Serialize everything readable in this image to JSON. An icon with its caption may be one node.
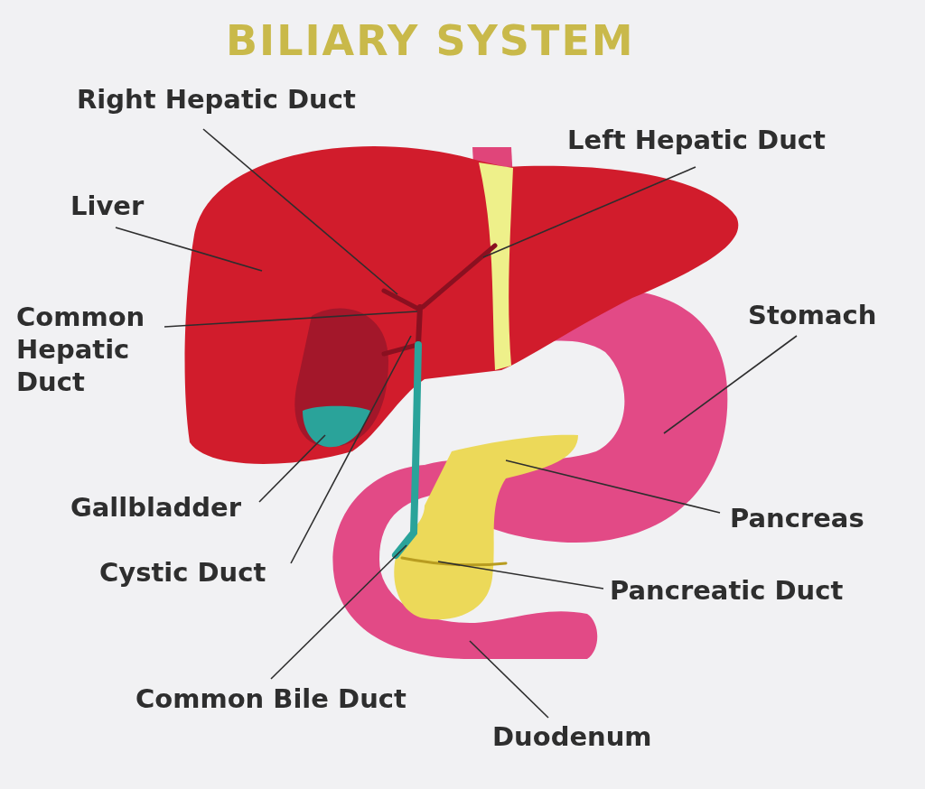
{
  "diagram": {
    "title": "BILIARY SYSTEM",
    "nodes": [
      {
        "text": [
          "Right Hepatic Duct"
        ]
      },
      {
        "text": [
          "Left Hepatic Duct"
        ]
      },
      {
        "text": [
          "Liver"
        ]
      },
      {
        "text": [
          "Common Hepatic Duct"
        ]
      },
      {
        "text": [
          "Stomach"
        ]
      },
      {
        "text": [
          "Gallbladder"
        ]
      },
      {
        "text": [
          "Pancreas"
        ]
      },
      {
        "text": [
          "Cystic Duct"
        ]
      },
      {
        "text": [
          "Pancreatic Duct"
        ]
      },
      {
        "text": [
          "Common Bile Duct"
        ]
      },
      {
        "text": [
          "Duodenum"
        ]
      },
      {
        "text": [],
        "shape": "picture",
        "in": 13
      },
      {
        "text": [],
        "shape": "picture",
        "in": 13
      },
      {
        "text": [],
        "shape": "picture"
      },
      {
        "text": [],
        "shape": "picture",
        "in": 13
      },
      {
        "text": [],
        "shape": "picture"
      },
      {
        "text": [],
        "shape": "picture",
        "in": 13
      },
      {
        "text": [],
        "shape": "picture"
      },
      {
        "text": [],
        "shape": "picture",
        "in": 13
      },
      {
        "text": [],
        "shape": "picture",
        "in": 17
      },
      {
        "text": [],
        "shape": "picture"
      },
      {
        "text": [],
        "shape": "picture"
      }
    ],
    "edges": [
      {
        "from": 0,
        "to": 11,
        "arrow": "none"
      },
      {
        "from": 1,
        "to": 12,
        "arrow": "none"
      },
      {
        "from": 2,
        "to": 13,
        "arrow": "none"
      },
      {
        "from": 3,
        "to": 14,
        "arrow": "none"
      },
      {
        "from": 4,
        "to": 15,
        "arrow": "none"
      },
      {
        "from": 5,
        "to": 16,
        "arrow": "none"
      },
      {
        "from": 6,
        "to": 17,
        "arrow": "none"
      },
      {
        "from": 7,
        "to": 18,
        "arrow": "none"
      },
      {
        "from": 8,
        "to": 19,
        "arrow": "none"
      },
      {
        "from": 9,
        "to": 20,
        "arrow": "none"
      },
      {
        "from": 10,
        "to": 21,
        "arrow": "none"
      }
    ]
  }
}
